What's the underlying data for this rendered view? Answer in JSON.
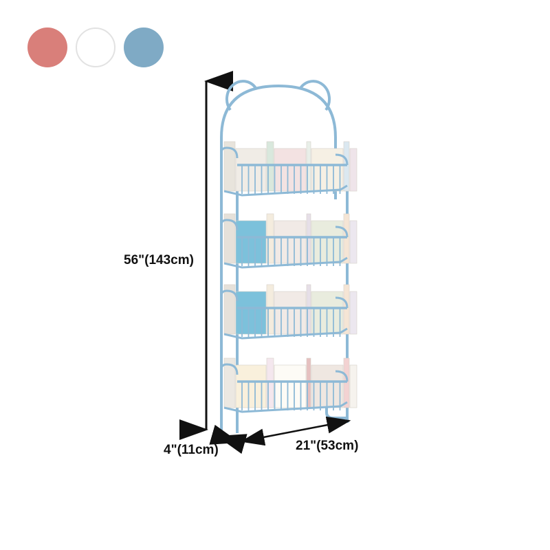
{
  "color_swatches": [
    {
      "name": "pink",
      "color": "#d97f7a"
    },
    {
      "name": "white",
      "color": "#ffffff",
      "border": "#e2e2e2"
    },
    {
      "name": "blue",
      "color": "#7faac5"
    }
  ],
  "product": {
    "description": "4-tier wall-mounted kids book rack with bear-ear top, blue metal frame",
    "frame_color": "#8db9d6",
    "tiers": 4
  },
  "dimensions": {
    "height": "56\"(143cm)",
    "depth": "4\"(11cm)",
    "width": "21\"(53cm)"
  }
}
